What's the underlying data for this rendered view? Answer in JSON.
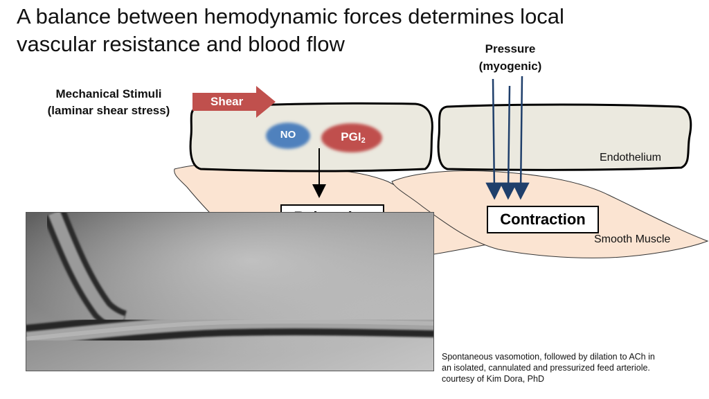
{
  "title": {
    "line1": "A balance between hemodynamic forces determines local",
    "line2": "vascular resistance and blood flow"
  },
  "labels": {
    "mechanical_line1": "Mechanical Stimuli",
    "mechanical_line2": "(laminar shear stress)",
    "shear": "Shear",
    "no": "NO",
    "pgi_base": "PGI",
    "pgi_sub": "2",
    "pressure_line1": "Pressure",
    "pressure_line2": "(myogenic)",
    "endothelium": "Endothelium",
    "smooth_muscle": "Smooth Muscle",
    "relaxation": "Relaxation",
    "contraction": "Contraction"
  },
  "caption": {
    "line1": "Spontaneous vasomotion, followed by dilation to ACh in",
    "line2": "an isolated, cannulated and pressurized feed arteriole.",
    "line3": " courtesy of Kim Dora, PhD"
  },
  "colors": {
    "endothelium_fill": "#ebe9df",
    "smooth_muscle_fill": "#fbe4d2",
    "shear_arrow": "#c0504d",
    "no_fill": "#4f81bd",
    "pgi_fill": "#c0504d",
    "pressure_arrows": "#1f3f6b"
  }
}
